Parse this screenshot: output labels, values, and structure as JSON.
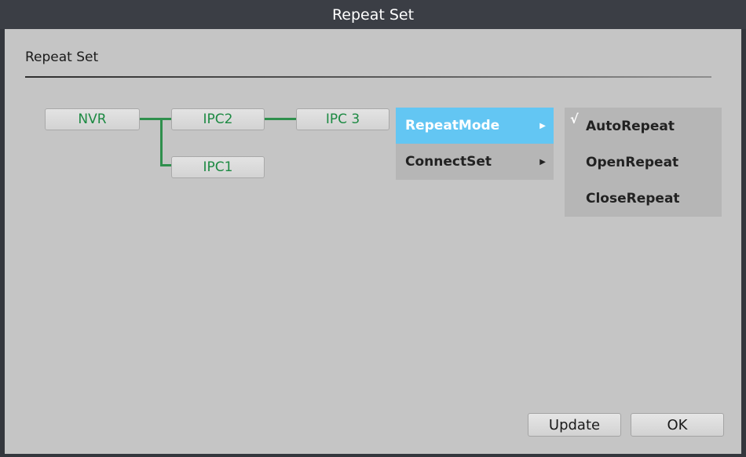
{
  "window": {
    "title": "Repeat Set"
  },
  "section": {
    "title": "Repeat Set"
  },
  "topology": {
    "nodes": [
      {
        "id": "nvr",
        "label": "NVR"
      },
      {
        "id": "ipc2",
        "label": "IPC2"
      },
      {
        "id": "ipc3",
        "label": "IPC 3"
      },
      {
        "id": "ipc1",
        "label": "IPC1"
      }
    ],
    "line_color": "#2f8f4d",
    "label_color": "#1d8a43"
  },
  "context_menu": {
    "items": [
      {
        "label": "RepeatMode",
        "selected": true
      },
      {
        "label": "ConnectSet",
        "selected": false
      }
    ],
    "submenu_arrow": "arrow-right-icon",
    "highlight_color": "#63c6f3"
  },
  "submenu": {
    "items": [
      {
        "label": "AutoRepeat",
        "checked": true
      },
      {
        "label": "OpenRepeat",
        "checked": false
      },
      {
        "label": "CloseRepeat",
        "checked": false
      }
    ],
    "check_glyph": "√"
  },
  "buttons": {
    "update_label": "Update",
    "ok_label": "OK"
  }
}
